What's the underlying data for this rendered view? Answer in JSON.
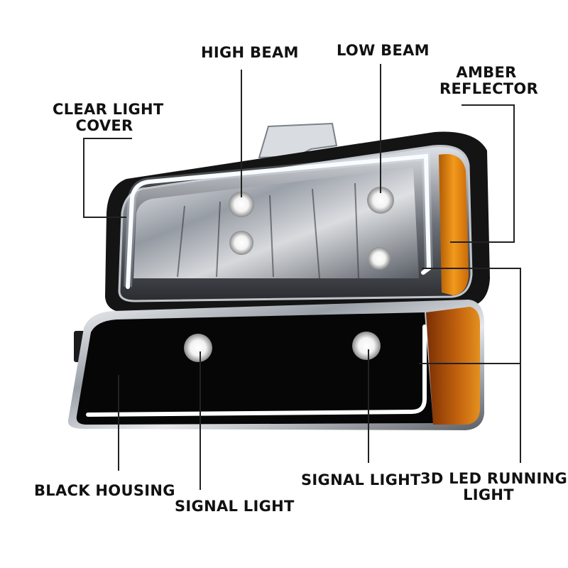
{
  "labels": {
    "high_beam": "HIGH BEAM",
    "low_beam": "LOW BEAM",
    "amber_reflector": [
      "AMBER",
      "REFLECTOR"
    ],
    "clear_light_cover": [
      "CLEAR LIGHT",
      "COVER"
    ],
    "black_housing": "BLACK HOUSING",
    "signal_light_left": "SIGNAL LIGHT",
    "signal_light_right": "SIGNAL LIGHT",
    "led_running_light": [
      "3D LED RUNNING",
      "LIGHT"
    ]
  },
  "colors": {
    "amber": "#e8870f",
    "housing": "#0a0a0a",
    "chrome": "#c9ccd1",
    "led": "#ffffff",
    "leader_line": "#222222"
  }
}
